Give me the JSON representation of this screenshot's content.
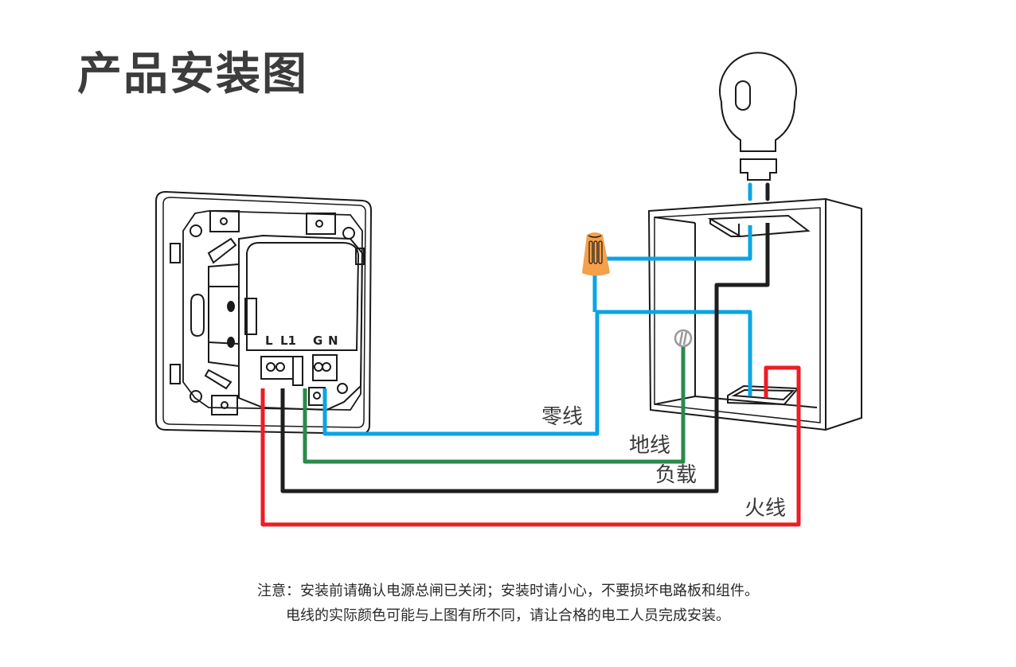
{
  "title": "产品安装图",
  "colors": {
    "neutral_wire": "#0aa4e6",
    "ground_wire": "#2a8a4a",
    "load_wire": "#1e1e1e",
    "live_wire": "#ee1c24",
    "connector": "#f5a04a",
    "outline": "#1a1a1a"
  },
  "switch": {
    "terminals": [
      "L",
      "L1",
      "G",
      "N"
    ]
  },
  "wires": {
    "neutral": "零线",
    "ground": "地线",
    "load": "负载",
    "live": "火线"
  },
  "components": {
    "lamp": "light-bulb",
    "wire_nut": "wire-connector",
    "junction_box": "junction-box",
    "switch_panel": "smart-switch-back"
  },
  "notes": [
    "注意：安装前请确认电源总闸已关闭；安装时请小心，不要损坏电路板和组件。",
    "电线的实际颜色可能与上图有所不同，请让合格的电工人员完成安装。"
  ]
}
